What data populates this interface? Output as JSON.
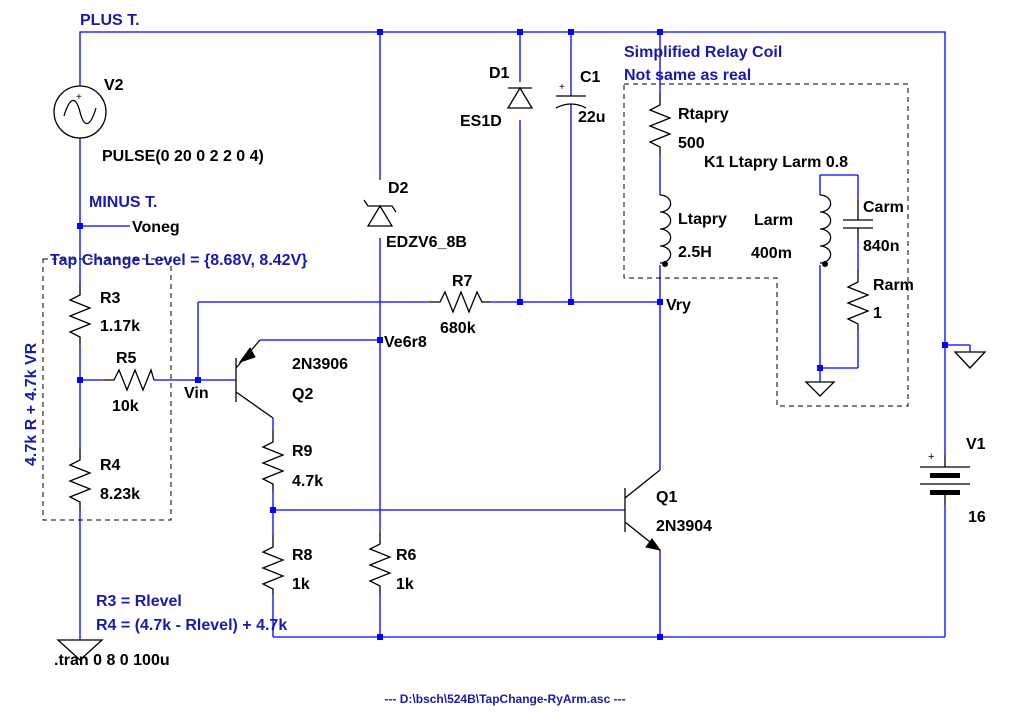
{
  "nets": {
    "plus": "PLUS T.",
    "minus": "MINUS T.",
    "voneg": "Voneg",
    "vin": "Vin",
    "ve6r8": "Ve6r8",
    "vry": "Vry"
  },
  "components": {
    "v2": {
      "name": "V2",
      "value": "PULSE(0 20 0 2 2 0 4)"
    },
    "v1": {
      "name": "V1",
      "value": "16"
    },
    "d1": {
      "name": "D1",
      "value": "ES1D"
    },
    "c1": {
      "name": "C1",
      "value": "22u"
    },
    "d2": {
      "name": "D2",
      "value": "EDZV6_8B"
    },
    "r3": {
      "name": "R3",
      "value": "1.17k"
    },
    "r4": {
      "name": "R4",
      "value": "8.23k"
    },
    "r5": {
      "name": "R5",
      "value": "10k"
    },
    "r6": {
      "name": "R6",
      "value": "1k"
    },
    "r7": {
      "name": "R7",
      "value": "680k"
    },
    "r8": {
      "name": "R8",
      "value": "1k"
    },
    "r9": {
      "name": "R9",
      "value": "4.7k"
    },
    "q1": {
      "name": "Q1",
      "value": "2N3904"
    },
    "q2": {
      "name": "Q2",
      "value": "2N3906"
    },
    "rtapry": {
      "name": "Rtapry",
      "value": "500"
    },
    "ltapry": {
      "name": "Ltapry",
      "value": "2.5H"
    },
    "larm": {
      "name": "Larm",
      "value": "400m"
    },
    "carm": {
      "name": "Carm",
      "value": "840n"
    },
    "rarm": {
      "name": "Rarm",
      "value": "1"
    }
  },
  "directives": {
    "coupling": "K1 Ltapry Larm 0.8",
    "tran": ".tran 0 8 0 100u"
  },
  "notes": {
    "relay_line1": "Simplified Relay Coil",
    "relay_line2": "Not same as real",
    "tap_change": "Tap Change Level = {8.68V, 8.42V}",
    "vr": "4.7k R + 4.7k VR",
    "r3_eq": "R3 = Rlevel",
    "r4_eq": "R4 = (4.7k - Rlevel) + 4.7k"
  },
  "footer": "---  D:\\bsch\\524B\\TapChange-RyArm.asc  ---",
  "colors": {
    "wire": "#0000ff",
    "note": "#1a1aaa",
    "component": "#000000",
    "background": "#ffffff"
  }
}
